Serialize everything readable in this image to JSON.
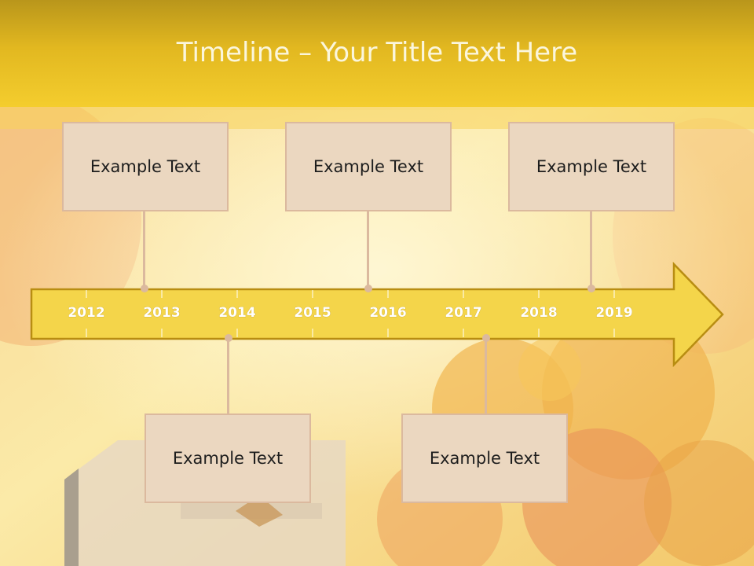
{
  "slide": {
    "title": "Timeline – Your Title Text Here"
  },
  "timeline": {
    "years": [
      "2012",
      "2013",
      "2014",
      "2015",
      "2016",
      "2017",
      "2018",
      "2019"
    ]
  },
  "events": {
    "top": [
      {
        "label": "Example Text"
      },
      {
        "label": "Example Text"
      },
      {
        "label": "Example Text"
      }
    ],
    "bottom": [
      {
        "label": "Example Text"
      },
      {
        "label": "Example Text"
      }
    ]
  },
  "colors": {
    "arrow_fill": "#f4d54a",
    "arrow_border": "#b88d12",
    "box_fill": "#ebd7c0",
    "box_border": "#dbb99e",
    "title_bar": "#e2b820"
  }
}
